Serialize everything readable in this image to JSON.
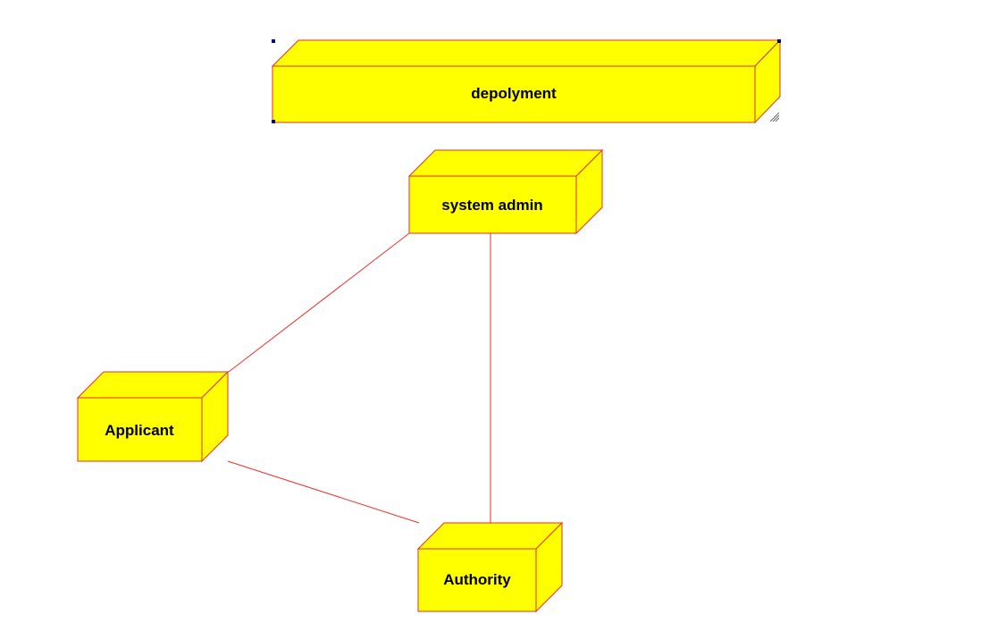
{
  "diagram": {
    "type": "deployment",
    "colors": {
      "node_fill": "#ffff00",
      "node_stroke": "#e0302f",
      "edge_stroke": "#e8312f",
      "selection_handle": "#00007f",
      "background": "#ffffff"
    },
    "nodes": [
      {
        "id": "depolyment",
        "label": "depolyment",
        "selected": true
      },
      {
        "id": "system-admin",
        "label": "system admin"
      },
      {
        "id": "applicant",
        "label": "Applicant"
      },
      {
        "id": "authority",
        "label": "Authority"
      }
    ],
    "edges": [
      {
        "from": "system-admin",
        "to": "applicant"
      },
      {
        "from": "system-admin",
        "to": "authority"
      },
      {
        "from": "applicant",
        "to": "authority"
      }
    ]
  }
}
